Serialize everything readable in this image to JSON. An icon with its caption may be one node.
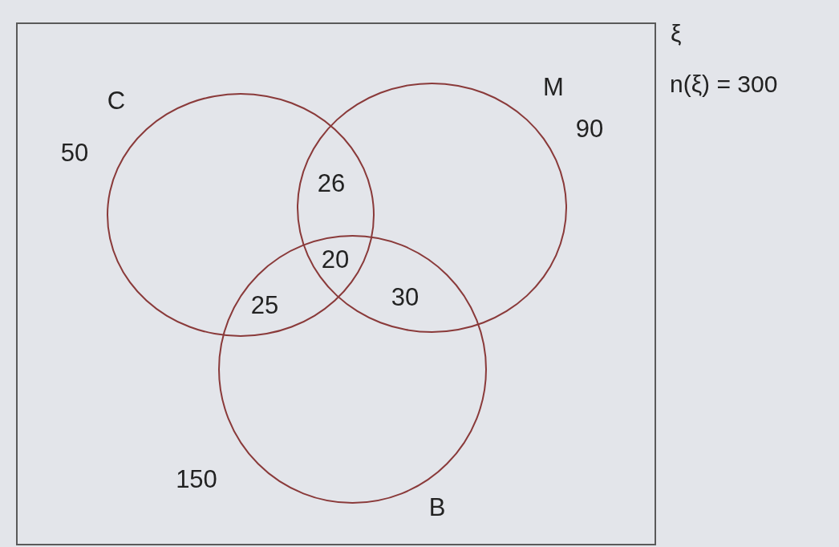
{
  "diagram": {
    "nodes": [
      {
        "text": [],
        "shape": "box",
        "beside": [
          "ξ",
          "n(ξ) = 300"
        ]
      },
      {
        "text": [
          "C"
        ],
        "in": 0
      },
      {
        "text": [
          "M"
        ],
        "in": 0
      },
      {
        "text": [
          "B"
        ],
        "in": 0
      }
    ],
    "labels": [
      "50",
      "90",
      "26",
      "20",
      "25",
      "30",
      "150"
    ]
  }
}
